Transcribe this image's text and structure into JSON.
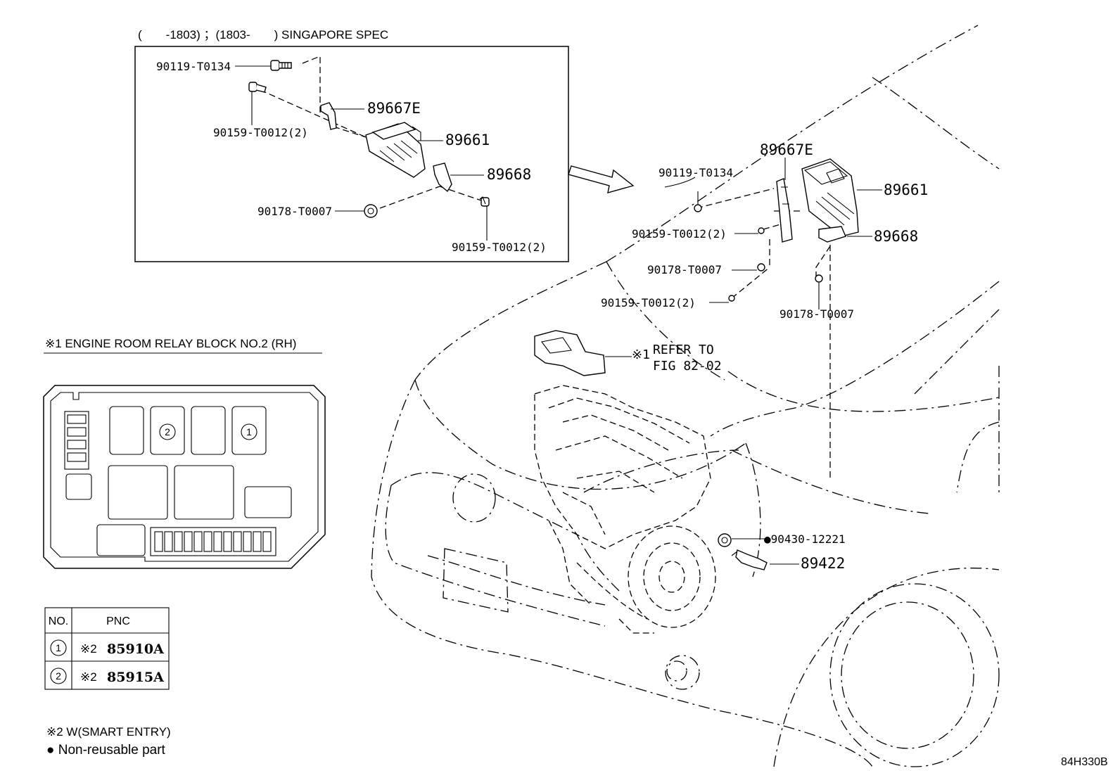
{
  "inset": {
    "caption": "(　　-1803) ；(1803-　　) SINGAPORE SPEC",
    "labels": {
      "bolt_top": "90119-T0134",
      "bolt_left": "90159-T0012(2)",
      "bracket_top": "89667E",
      "ecu": "89661",
      "bracket_bottom": "89668",
      "nut": "90178-T0007",
      "bolt_bottom": "90159-T0012(2)"
    }
  },
  "main": {
    "labels": {
      "bracket_top": "89667E",
      "bolt_top": "90119-T0134",
      "ecu": "89661",
      "bolt_mid": "90159-T0012(2)",
      "bracket_bottom": "89668",
      "nut_left": "90178-T0007",
      "bolt_low": "90159-T0012(2)",
      "nut_right": "90178-T0007",
      "gasket": "●90430-12221",
      "sensor": "89422"
    },
    "relay_ref": {
      "mark": "※1",
      "line1": "REFER TO",
      "line2": "FIG 82-02"
    }
  },
  "relay_block": {
    "title": "※1 ENGINE ROOM RELAY BLOCK NO.2 (RH)",
    "markers": [
      "2",
      "1"
    ]
  },
  "pnc_table": {
    "headers": [
      "NO.",
      "PNC"
    ],
    "rows": [
      {
        "no": "1",
        "mark": "※2",
        "pnc": "85910A"
      },
      {
        "no": "2",
        "mark": "※2",
        "pnc": "85915A"
      }
    ]
  },
  "notes": {
    "note1": "※2 W(SMART ENTRY)",
    "note2": "● Non-reusable part"
  },
  "figure_code": "84H330B"
}
